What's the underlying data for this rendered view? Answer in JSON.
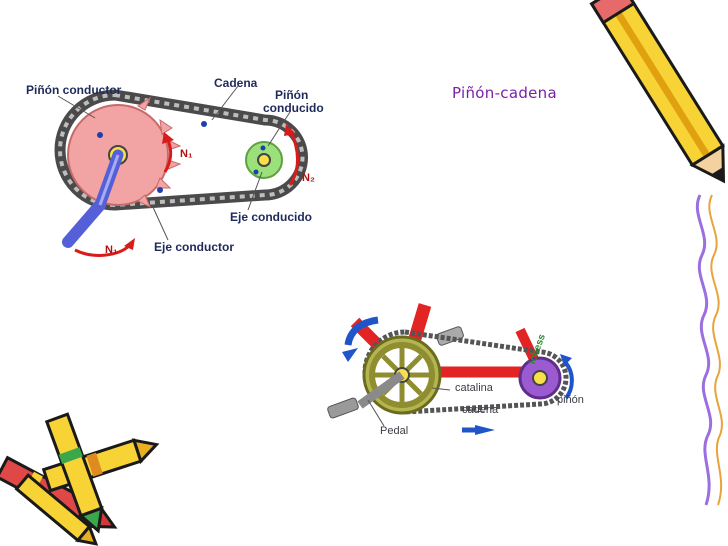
{
  "slide": {
    "title": "Piñón-cadena"
  },
  "diagram1": {
    "labels": {
      "pinon_conductor": "Piñón conductor",
      "cadena": "Cadena",
      "pinon_conducido_1": "Piñón",
      "pinon_conducido_2": "conducido",
      "eje_conducido": "Eje conducido",
      "eje_conductor": "Eje conductor",
      "n1_gear": "N₁",
      "n2": "N₂",
      "n1_pedal": "N₁"
    },
    "colors": {
      "driver_gear": "#f2a3a3",
      "driven_gear": "#9be07a",
      "chain": "#4a4a4a",
      "arrows": "#d81b1b",
      "shaft": "#5560d8"
    }
  },
  "diagram2": {
    "labels": {
      "catalina": "catalina",
      "cadena": "cadena",
      "pinon": "piñón",
      "pedal": "Pedal",
      "sprocket_text": "ichess"
    },
    "colors": {
      "chainring": "#b5b550",
      "frame": "#e22424",
      "rotation_arrows": "#1f55c8",
      "rear_sprocket": "#9b5ad0"
    }
  },
  "clipart": {
    "top_right": "pencil-clipart",
    "bottom_left": "crayons-clipart"
  }
}
